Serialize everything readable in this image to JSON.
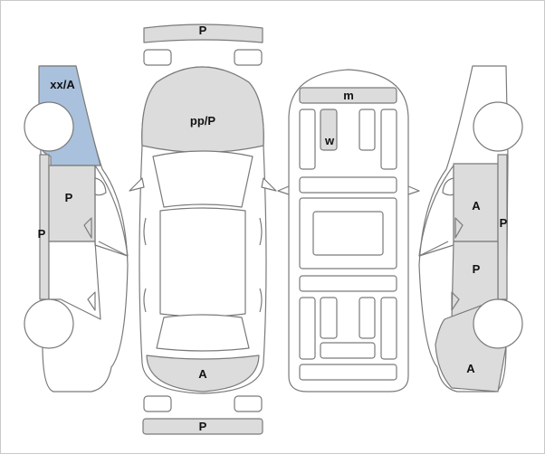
{
  "colors": {
    "outline": "#7a7a7a",
    "panel_fill": "#dcdcdc",
    "highlight_fill": "#a9c1dc",
    "body_fill": "#ffffff",
    "frame": "#c9c9c9"
  },
  "views": {
    "left_side": {
      "front_fender_label": "xx/A",
      "front_door_label": "P",
      "sill_label": "P"
    },
    "front_top": {
      "front_bumper_label": "P",
      "hood_label": "pp/P",
      "trunk_label": "A",
      "rear_bumper_label": "P"
    },
    "interior": {
      "dashboard_label": "m",
      "center_panel_label": "w"
    },
    "right_side": {
      "front_door_label": "A",
      "sill_label": "P",
      "rear_door_label": "P",
      "rear_quarter_label": "A"
    }
  }
}
